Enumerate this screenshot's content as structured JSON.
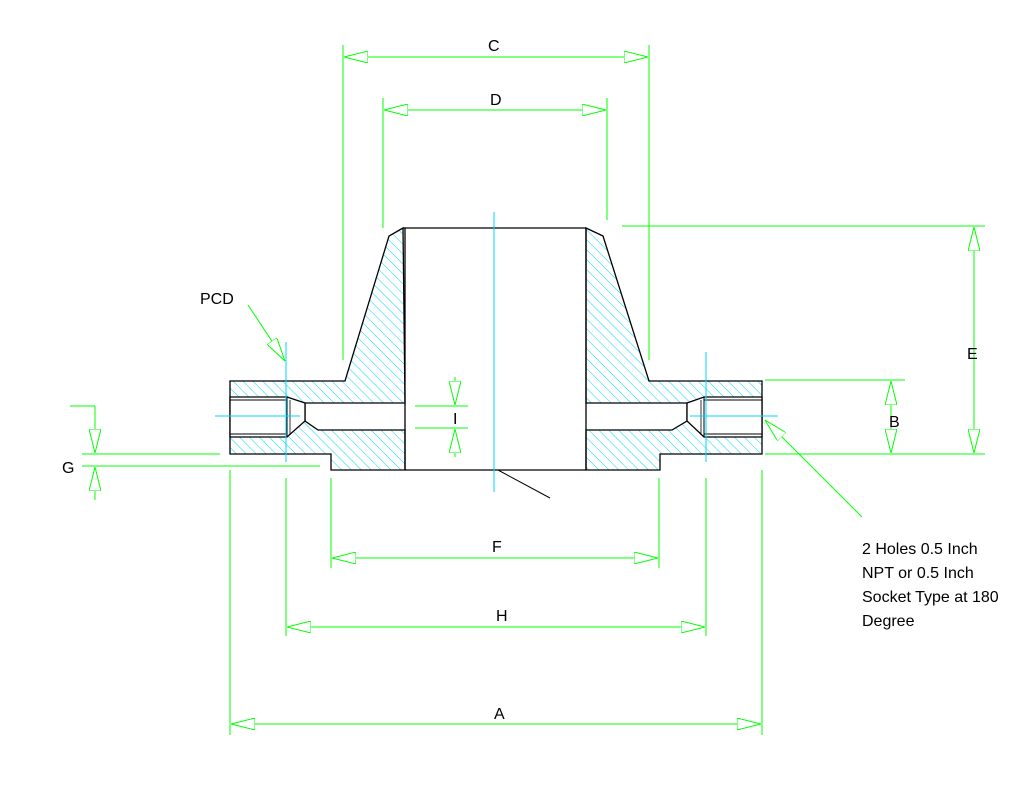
{
  "colors": {
    "dimension": "#00ff00",
    "hatch": "#00d7ff",
    "centerline": "#00d7ff",
    "outline": "#000000",
    "background": "#ffffff"
  },
  "labels": {
    "A": "A",
    "B": "B",
    "C": "C",
    "D": "D",
    "E": "E",
    "F": "F",
    "G": "G",
    "H": "H",
    "I": "I",
    "pcd": "PCD"
  },
  "note": {
    "line1": "2 Holes 0.5 Inch",
    "line2": "NPT or 0.5 Inch",
    "line3": "Socket Type at 180",
    "line4": "Degree"
  }
}
